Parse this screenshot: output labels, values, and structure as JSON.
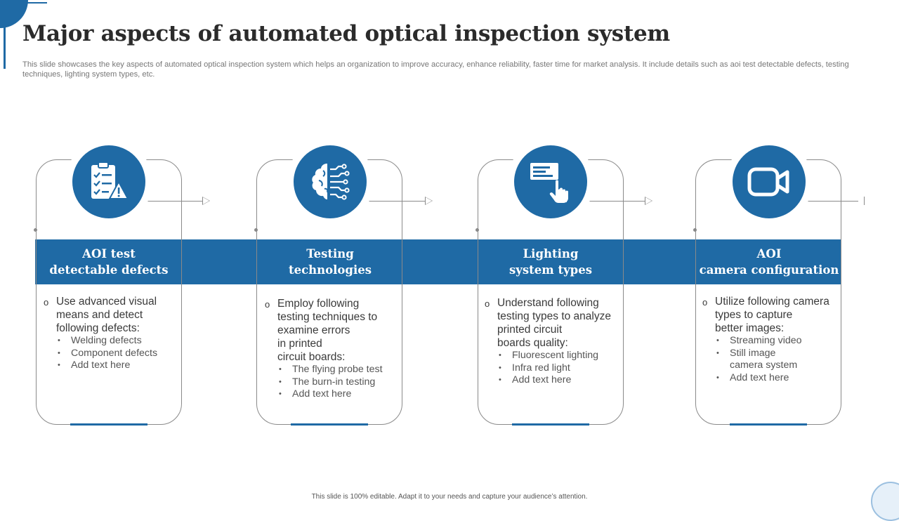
{
  "page": {
    "title": "Major aspects of automated optical inspection system",
    "subtitle": "This slide showcases the key aspects of automated optical inspection system which helps an organization to improve accuracy,  enhance reliability, faster time for market analysis. It include details such as aoi test detectable defects, testing techniques, lighting system types, etc.",
    "footer": "This slide is 100% editable.  Adapt it to your needs and capture your audience’s attention."
  },
  "colors": {
    "accent": "#1f6aa5",
    "outline": "#8a8a8a",
    "text": "#333333"
  },
  "cards": [
    {
      "icon": "checklist-warning-icon",
      "title_lines": [
        "AOI test",
        "detectable defects"
      ],
      "lead_lines": [
        "Use advanced visual",
        "means and detect",
        "following defects:"
      ],
      "bullets": [
        "Welding defects",
        "Component defects",
        "Add text here"
      ]
    },
    {
      "icon": "brain-circuit-icon",
      "title_lines": [
        "Testing",
        "technologies"
      ],
      "lead_lines": [
        "Employ following",
        "testing techniques to",
        "examine errors",
        "in printed",
        "circuit boards:"
      ],
      "bullets": [
        "The flying probe test",
        "The burn-in testing",
        "Add text here"
      ]
    },
    {
      "icon": "hand-pointer-screen-icon",
      "title_lines": [
        "Lighting",
        "system types"
      ],
      "lead_lines": [
        "Understand following",
        "testing types to analyze",
        "printed circuit",
        "boards quality:"
      ],
      "bullets": [
        "Fluorescent lighting",
        "Infra red light",
        "Add text here"
      ]
    },
    {
      "icon": "video-camera-icon",
      "title_lines": [
        "AOI",
        "camera configuration"
      ],
      "lead_lines": [
        "Utilize following camera",
        "types to capture",
        "better images:"
      ],
      "bullets": [
        "Streaming video",
        "Still image",
        "camera system",
        "Add text here"
      ],
      "bullet_continuation": [
        false,
        false,
        true,
        false
      ]
    }
  ]
}
